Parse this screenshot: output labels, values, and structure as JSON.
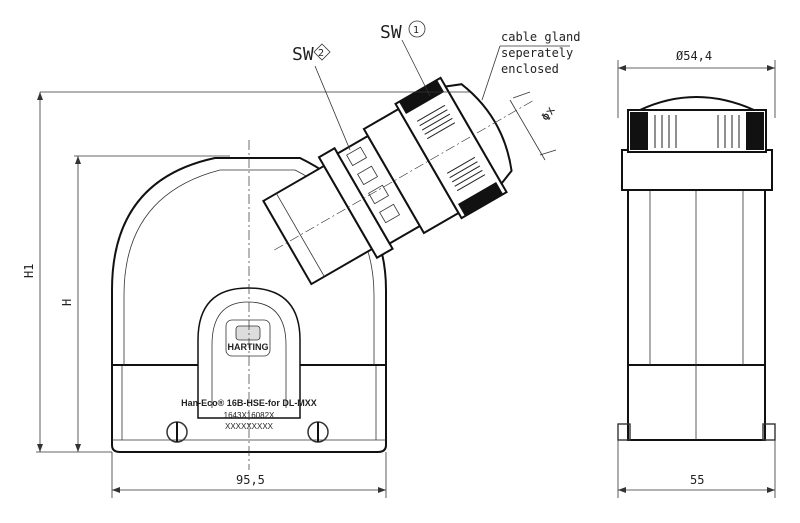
{
  "labels": {
    "sw1": "SW",
    "sw1_num": "1",
    "sw2": "SW",
    "sw2_num": "2",
    "cable_gland_line1": "cable gland",
    "cable_gland_line2": "seperately",
    "cable_gland_line3": "enclosed",
    "phi_x": "Φx",
    "dim_h1": "H1",
    "dim_h": "H",
    "dim_width_front": "95,5",
    "dim_width_side": "55",
    "dim_diameter": "Ø54,4"
  },
  "product_marking": {
    "brand": "HARTING",
    "line1": "Han-Eco® 16B-HSE-for DL-MXX",
    "line2": "1643X16082X",
    "line3": "XXXXXXXXX"
  }
}
